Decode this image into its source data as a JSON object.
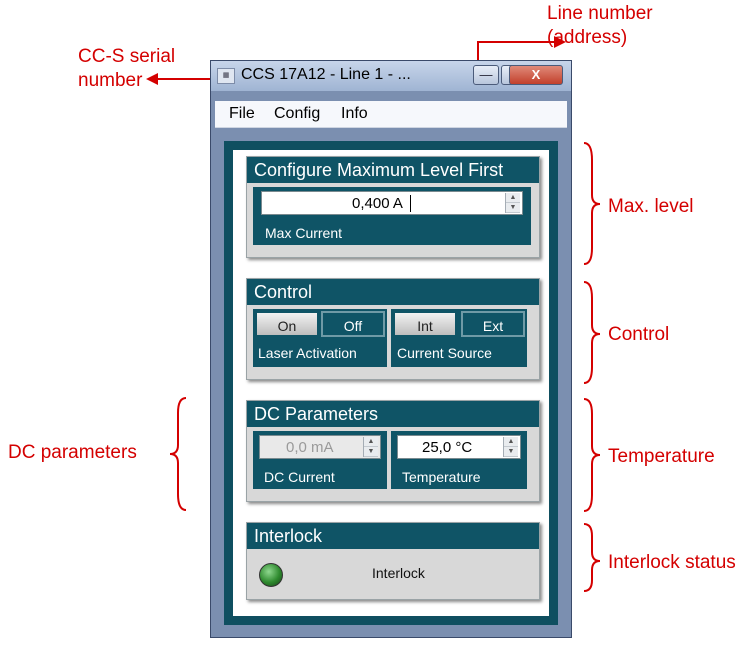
{
  "window": {
    "title": "CCS 17A12 - Line 1 - ...",
    "minimize_symbol": "—",
    "maximize_symbol": "▭",
    "close_symbol": "X"
  },
  "menu": {
    "items": [
      "File",
      "Config",
      "Info"
    ]
  },
  "max_level": {
    "header": "Configure Maximum Level First",
    "value": "0,400 A",
    "label": "Max Current"
  },
  "control": {
    "header": "Control",
    "laser": {
      "on": "On",
      "off": "Off",
      "label": "Laser Activation",
      "active": "Off"
    },
    "source": {
      "int": "Int",
      "ext": "Ext",
      "label": "Current Source",
      "active": "Ext"
    }
  },
  "dc": {
    "header": "DC Parameters",
    "current": {
      "value": "0,0 mA",
      "label": "DC Current"
    },
    "temperature": {
      "value": "25,0 °C",
      "label": "Temperature"
    }
  },
  "interlock": {
    "header": "Interlock",
    "label": "Interlock",
    "led_color": "#2e8a2e"
  },
  "annotations": {
    "serial": "CC-S serial\nnumber",
    "line": "Line number\n(address)",
    "max_level": "Max. level",
    "control": "Control",
    "dc_params": "DC parameters",
    "temperature": "Temperature",
    "interlock": "Interlock status"
  },
  "colors": {
    "annotation": "#d40000",
    "panel_header": "#0f5466"
  }
}
